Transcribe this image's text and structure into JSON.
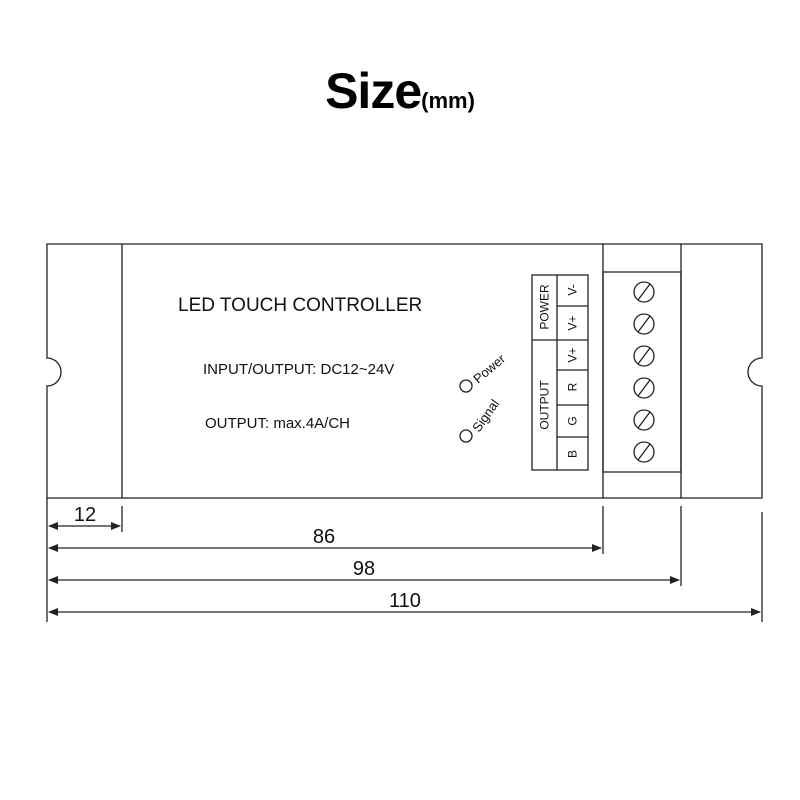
{
  "title": {
    "main": "Size",
    "unit": "(mm)"
  },
  "device": {
    "label": "LED TOUCH  CONTROLLER",
    "input_output": "INPUT/OUTPUT: DC12~24V",
    "output": "OUTPUT: max.4A/CH",
    "indicators": [
      "Power",
      "Signal"
    ],
    "terminal_groups": {
      "power": "POWER",
      "output": "OUTPUT"
    },
    "terminals": [
      "V-",
      "V+",
      "V+",
      "R",
      "G",
      "B"
    ]
  },
  "dimensions": [
    "12",
    "86",
    "98",
    "110"
  ]
}
